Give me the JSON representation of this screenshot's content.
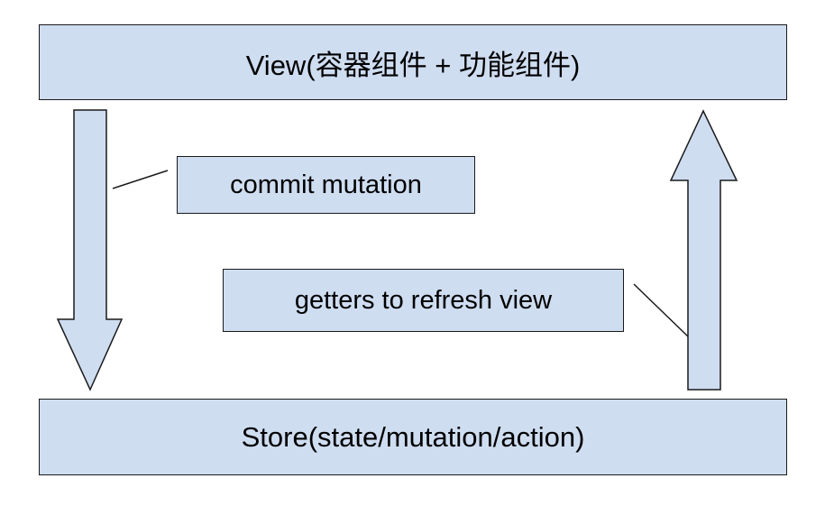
{
  "diagram": {
    "view_label": "View(容器组件 + 功能组件)",
    "store_label": "Store(state/mutation/action)",
    "commit_label": "commit mutation",
    "getters_label": "getters to refresh view",
    "colors": {
      "box_fill": "#cfddf1",
      "stroke": "#1a1a1a"
    }
  }
}
